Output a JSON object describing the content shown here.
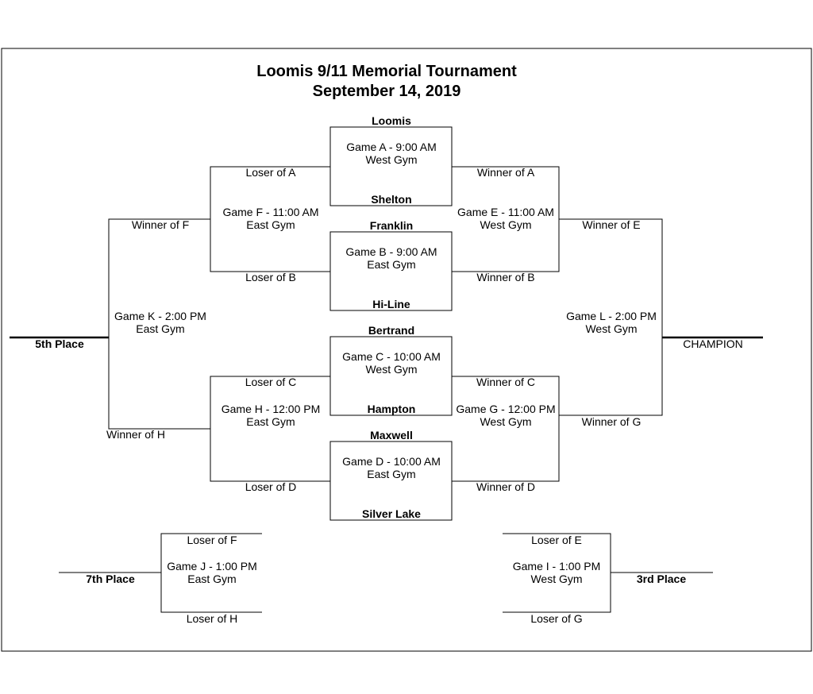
{
  "title": "Loomis 9/11 Memorial Tournament",
  "subtitle": "September 14, 2019",
  "teams": {
    "a_top": "Loomis",
    "a_bottom": "Shelton",
    "b_top": "Franklin",
    "b_bottom": "Hi-Line",
    "c_top": "Bertrand",
    "c_bottom": "Hampton",
    "d_top": "Maxwell",
    "d_bottom": "Silver Lake"
  },
  "games": {
    "a": [
      "Game A - 9:00 AM",
      "West Gym"
    ],
    "b": [
      "Game B - 9:00 AM",
      "East Gym"
    ],
    "c": [
      "Game C - 10:00 AM",
      "West Gym"
    ],
    "d": [
      "Game D - 10:00 AM",
      "East Gym"
    ],
    "e": [
      "Game E - 11:00 AM",
      "West Gym"
    ],
    "f": [
      "Game F - 11:00 AM",
      "East Gym"
    ],
    "g": [
      "Game G - 12:00 PM",
      "West Gym"
    ],
    "h": [
      "Game H - 12:00 PM",
      "East Gym"
    ],
    "i": [
      "Game I - 1:00 PM",
      "West Gym"
    ],
    "j": [
      "Game J - 1:00 PM",
      "East Gym"
    ],
    "k": [
      "Game K - 2:00 PM",
      "East Gym"
    ],
    "l": [
      "Game L - 2:00 PM",
      "West Gym"
    ]
  },
  "slots": {
    "loser_a": "Loser of A",
    "loser_b": "Loser of B",
    "loser_c": "Loser of C",
    "loser_d": "Loser of D",
    "winner_a": "Winner of A",
    "winner_b": "Winner of B",
    "winner_c": "Winner of C",
    "winner_d": "Winner of D",
    "winner_e": "Winner of E",
    "winner_f": "Winner of F",
    "winner_g": "Winner of G",
    "winner_h": "Winner of H",
    "loser_e": "Loser of E",
    "loser_f": "Loser of F",
    "loser_g": "Loser of G",
    "loser_h": "Loser of H"
  },
  "places": {
    "fifth": "5th Place",
    "champion": "CHAMPION",
    "seventh": "7th Place",
    "third": "3rd Place"
  }
}
